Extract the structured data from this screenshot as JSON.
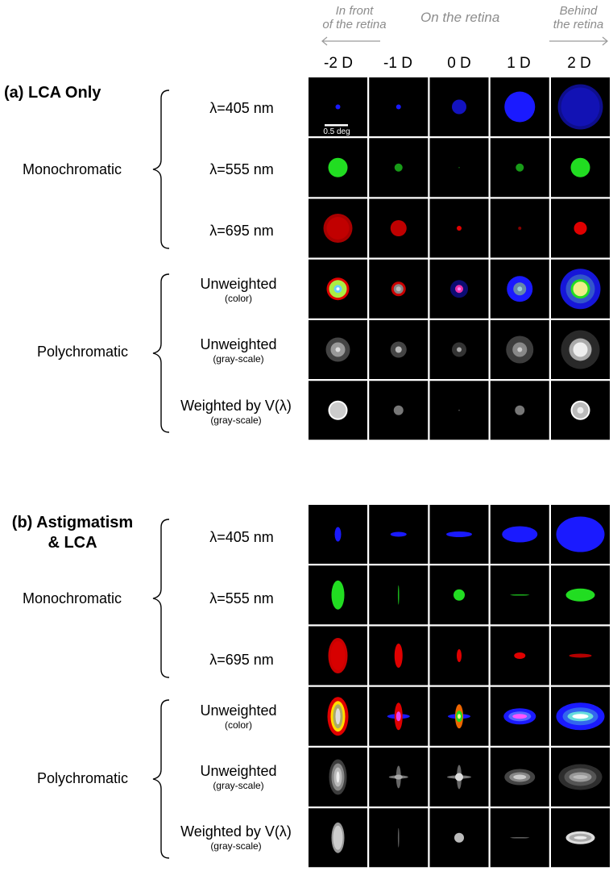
{
  "header": {
    "in_front": "In front\nof the retina",
    "on_retina": "On the retina",
    "behind": "Behind\nthe retina",
    "columns": [
      "-2 D",
      "-1 D",
      "0 D",
      "1 D",
      "2 D"
    ]
  },
  "sections": [
    {
      "title": "(a) LCA Only",
      "groups": [
        {
          "label": "Monochromatic",
          "rows": [
            {
              "label": "λ=405 nm",
              "sub": ""
            },
            {
              "label": "λ=555 nm",
              "sub": ""
            },
            {
              "label": "λ=695 nm",
              "sub": ""
            }
          ]
        },
        {
          "label": "Polychromatic",
          "rows": [
            {
              "label": "Unweighted",
              "sub": "(color)"
            },
            {
              "label": "Unweighted",
              "sub": "(gray-scale)"
            },
            {
              "label": "Weighted by V(λ)",
              "sub": "(gray-scale)"
            }
          ]
        }
      ]
    },
    {
      "title": "(b) Astigmatism\n& LCA",
      "groups": [
        {
          "label": "Monochromatic",
          "rows": [
            {
              "label": "λ=405 nm",
              "sub": ""
            },
            {
              "label": "λ=555 nm",
              "sub": ""
            },
            {
              "label": "λ=695 nm",
              "sub": ""
            }
          ]
        },
        {
          "label": "Polychromatic",
          "rows": [
            {
              "label": "Unweighted",
              "sub": "(color)"
            },
            {
              "label": "Unweighted",
              "sub": "(gray-scale)"
            },
            {
              "label": "Weighted by V(λ)",
              "sub": "(gray-scale)"
            }
          ]
        }
      ]
    }
  ],
  "scale_bar": "0.5 deg",
  "colors": {
    "blue": "#1a1aff",
    "green": "#22dd22",
    "red": "#e00000",
    "gray": "#bbbbbb",
    "panel_bg": "#000000"
  }
}
